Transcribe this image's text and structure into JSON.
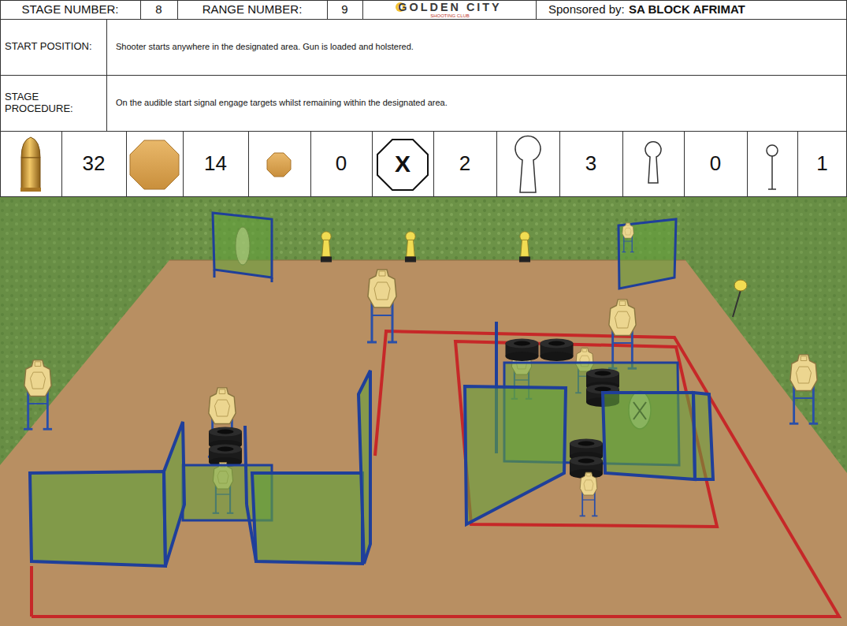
{
  "diagram": {
    "labels": [
      "STAGE NUMBER:",
      "8",
      "RANGE NUMBER:",
      "9",
      "GOLDEN CITY",
      "SHOOTING CLUB",
      "Sponsored by:",
      "SA BLOCK AFRIMAT",
      "START POSITION:",
      "Shooter starts anywhere in the designated area. Gun is loaded and holstered.",
      "STAGE PROCEDURE:",
      "On the audible start signal engage targets whilst remaining within the designated area.",
      "32",
      "14",
      "0",
      "X",
      "2",
      "3",
      "0",
      "1"
    ]
  }
}
